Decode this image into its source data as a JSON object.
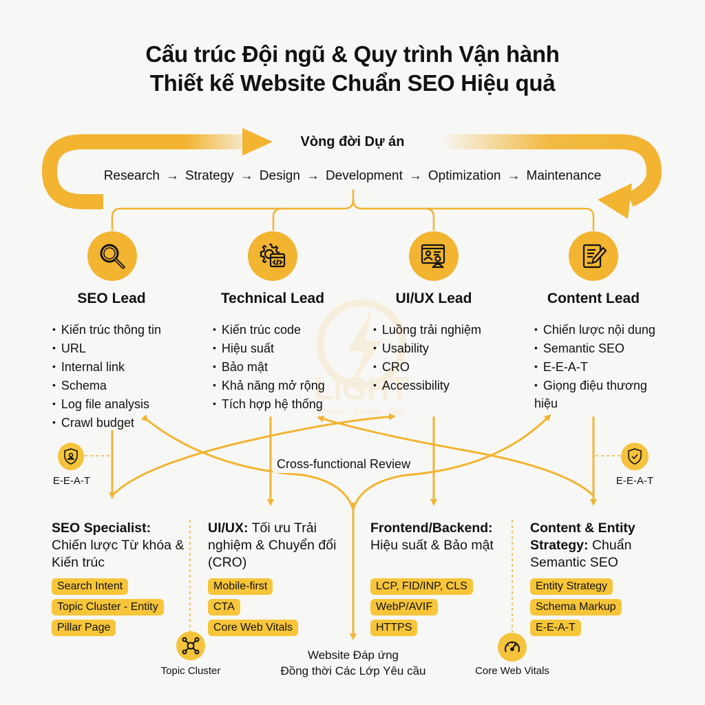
{
  "header": {
    "title_line1": "Cấu trúc Đội ngũ & Quy trình Vận hành",
    "title_line2": "Thiết kế Website Chuẩn SEO Hiệu quả"
  },
  "lifecycle": {
    "title": "Vòng đời Dự án",
    "phases": [
      "Research",
      "Strategy",
      "Design",
      "Development",
      "Optimization",
      "Maintenance"
    ],
    "arrow": "→"
  },
  "leads": [
    {
      "title": "SEO Lead",
      "icon": "search-icon",
      "items": [
        "Kiến trúc thông tin",
        "URL",
        "Internal link",
        "Schema",
        "Log file analysis",
        "Crawl budget"
      ]
    },
    {
      "title": "Technical Lead",
      "icon": "gear-code-icon",
      "items": [
        "Kiến trúc code",
        "Hiệu suất",
        "Bảo mật",
        "Khả năng mở rộng",
        "Tích hợp hệ thống"
      ]
    },
    {
      "title": "UI/UX Lead",
      "icon": "user-interface-icon",
      "items": [
        "Luồng trải nghiệm",
        "Usability",
        "CRO",
        "Accessibility"
      ]
    },
    {
      "title": "Content Lead",
      "icon": "document-edit-icon",
      "items": [
        "Chiến lược nội dung",
        "Semantic SEO",
        "E-E-A-T",
        "Giọng điệu thương hiệu"
      ]
    }
  ],
  "review": {
    "label": "Cross-functional Review"
  },
  "side_badges": [
    {
      "label": "E-E-A-T",
      "icon": "shield-user-icon"
    },
    {
      "label": "E-E-A-T",
      "icon": "shield-check-icon"
    }
  ],
  "roles": [
    {
      "bold": "SEO Specialist:",
      "rest": "Chiến lược Từ khóa & Kiến trúc",
      "tags": [
        "Search Intent",
        "Topic Cluster - Entity",
        "Pillar Page"
      ]
    },
    {
      "bold": "UI/UX:",
      "rest": "Tối ưu Trải nghiệm & Chuyển đổi (CRO)",
      "tags": [
        "Mobile-first",
        "CTA",
        "Core Web Vitals"
      ]
    },
    {
      "bold": "Frontend/Backend:",
      "rest": "Hiệu suất & Bảo mật",
      "tags": [
        "LCP, FID/INP, CLS",
        "WebP/AVIF",
        "HTTPS"
      ]
    },
    {
      "bold": "Content & Entity Strategy:",
      "rest": "Chuẩn Semantic SEO",
      "tags": [
        "Entity Strategy",
        "Schema Markup",
        "E-E-A-T"
      ]
    }
  ],
  "bottom_badges": [
    {
      "label": "Topic Cluster",
      "icon": "network-icon"
    },
    {
      "label": "Core Web Vitals",
      "icon": "speedometer-icon"
    }
  ],
  "outcome": {
    "line1": "Website Đáp ứng",
    "line2": "Đồng thời Các Lớp Yêu cầu"
  },
  "watermark": {
    "text": "LIGHT",
    "tagline": "Nhanh - Chuẩn - Đẹp"
  },
  "colors": {
    "accent": "#f2b431",
    "pill": "#f7c53a",
    "background": "#f7f7f5",
    "text": "#111111"
  }
}
